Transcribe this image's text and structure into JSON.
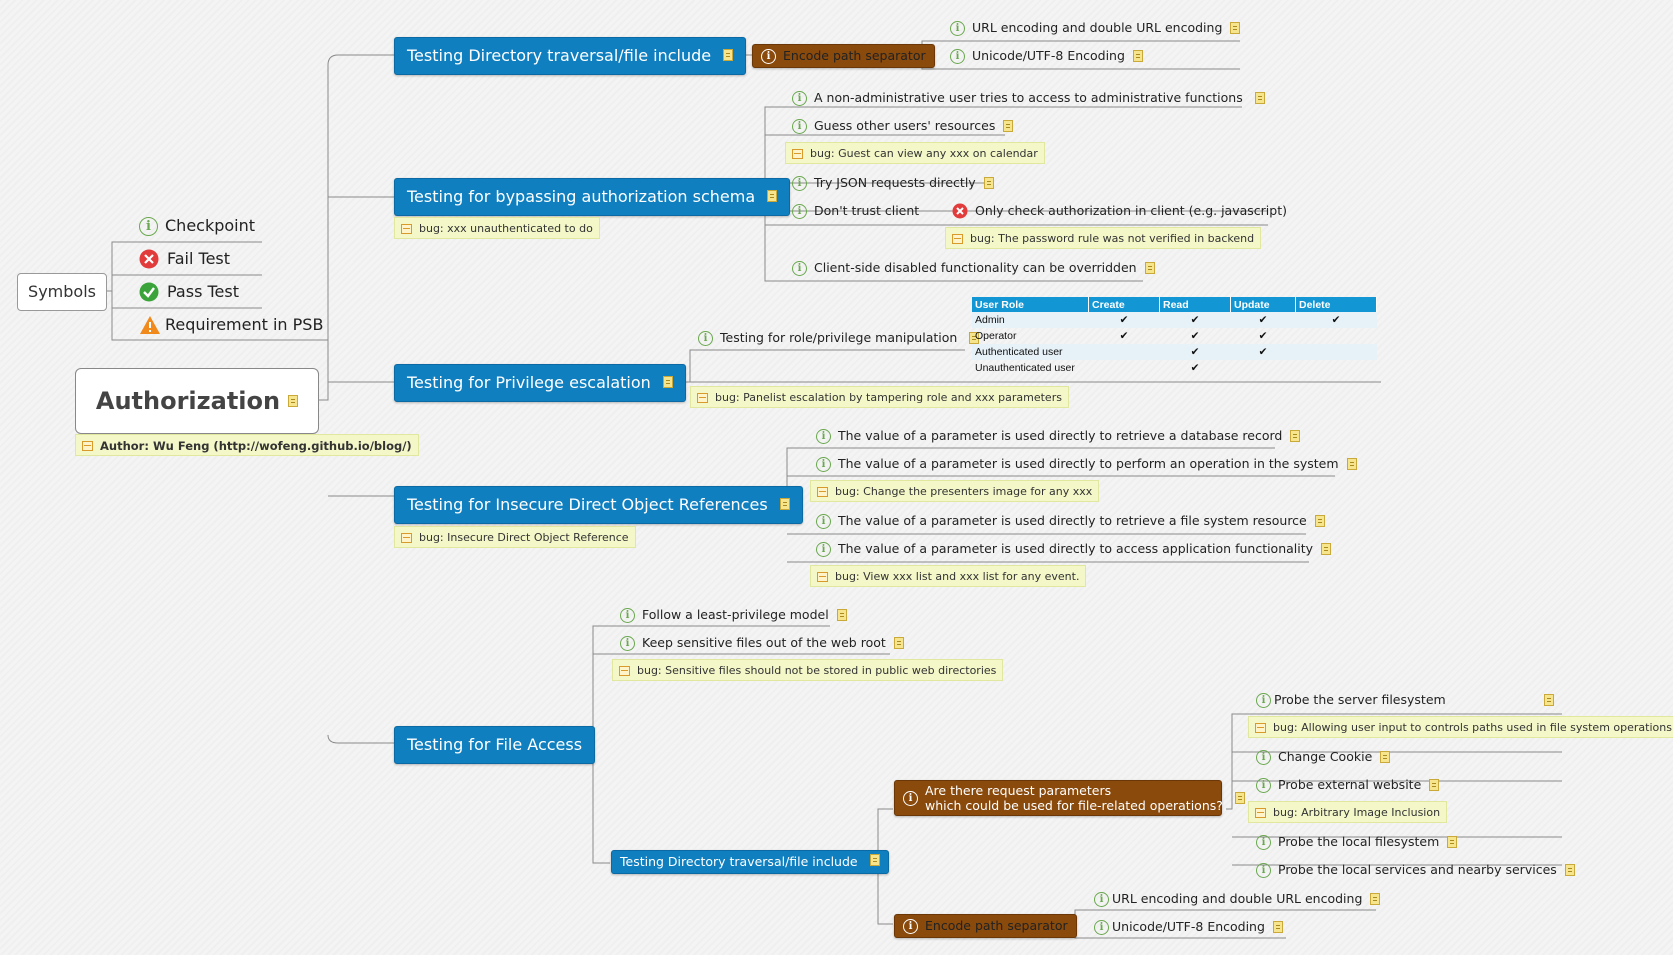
{
  "symbols": {
    "title": "Symbols",
    "checkpoint": "Checkpoint",
    "fail": "Fail Test",
    "pass": "Pass Test",
    "requirement": "Requirement in PSB"
  },
  "root": {
    "title": "Authorization",
    "author": "Author: Wu Feng (http://wofeng.github.io/blog/)"
  },
  "dir": {
    "title": "Testing Directory traversal/file include",
    "encode": "Encode path separator",
    "url": "URL encoding and double URL encoding",
    "unicode": "Unicode/UTF-8 Encoding"
  },
  "bypass": {
    "title": "Testing for bypassing authorization schema",
    "bug": "bug: xxx unauthenticated to do",
    "i1": "A non-administrative user tries to access to administrative functions",
    "i2": "Guess other users' resources",
    "i2bug": "bug: Guest can view any xxx on calendar",
    "i3": "Try JSON requests directly",
    "i4": "Don't trust client",
    "i4a": "Only check authorization in client (e.g. javascript)",
    "i4bug": "bug: The password rule was not verified in backend",
    "i5": "Client-side disabled functionality can be overridden"
  },
  "priv": {
    "title": "Testing for Privilege escalation",
    "role": "Testing for role/privilege manipulation",
    "bug": "bug: Panelist escalation by tampering role and xxx parameters",
    "table": {
      "headers": [
        "User Role",
        "Create",
        "Read",
        "Update",
        "Delete"
      ],
      "rows": [
        [
          "Admin",
          "✔",
          "✔",
          "✔",
          "✔"
        ],
        [
          "Operator",
          "✔",
          "✔",
          "✔",
          ""
        ],
        [
          "Authenticated user",
          "",
          "✔",
          "✔",
          ""
        ],
        [
          "Unauthenticated user",
          "",
          "✔",
          "",
          ""
        ]
      ]
    }
  },
  "idor": {
    "title": "Testing for Insecure Direct Object References",
    "bug": "bug: Insecure Direct Object Reference",
    "i1": "The value of a parameter is used directly to retrieve a database record",
    "i2": "The value of a parameter is used directly to perform an operation in the system",
    "i2bug": "bug: Change the presenters image for any xxx",
    "i3": "The value of a parameter is used directly to retrieve a file system resource",
    "i4": "The value of a parameter is used directly to access application functionality",
    "i4bug": "bug: View xxx list and xxx list for any event."
  },
  "file": {
    "title": "Testing for File Access",
    "i1": "Follow a least-privilege model",
    "i2": "Keep sensitive files out of the web root",
    "i2bug": "bug: Sensitive files should not be stored in public web directories",
    "dir": "Testing Directory traversal/file include",
    "q1": "Are there request parameters",
    "q2": "which could be used for file-related operations?",
    "p1": "Probe the server filesystem",
    "p1bug": "bug: Allowing user input to controls paths used in file system operations",
    "p2": "Change Cookie",
    "p3": "Probe external website",
    "p3bug": "bug: Arbitrary Image Inclusion",
    "p4": "Probe the local filesystem",
    "p5": "Probe the local services and nearby services",
    "encode": "Encode path separator",
    "url": "URL encoding and double URL encoding",
    "unicode": "Unicode/UTF-8 Encoding"
  }
}
